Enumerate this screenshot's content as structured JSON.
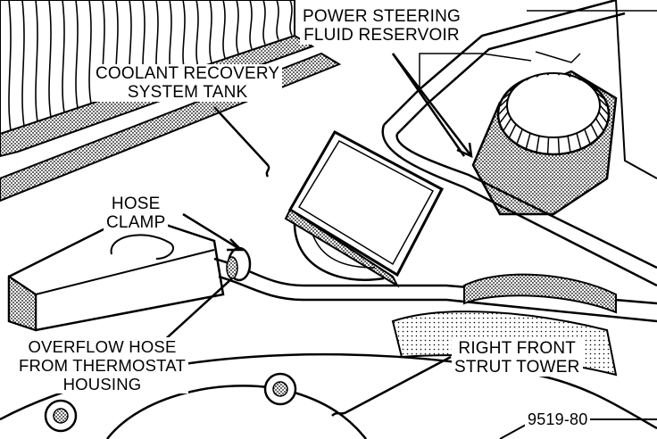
{
  "callouts": {
    "power_steering": [
      "POWER STEERING",
      "FLUID RESERVOIR"
    ],
    "coolant_tank": [
      "COOLANT RECOVERY",
      "SYSTEM TANK"
    ],
    "hose_clamp": [
      "HOSE",
      "CLAMP"
    ],
    "overflow_hose": [
      "OVERFLOW HOSE",
      "FROM THERMOSTAT",
      "HOUSING"
    ],
    "strut_tower": [
      "RIGHT FRONT",
      "STRUT TOWER"
    ]
  },
  "figure_id": "9519-80",
  "colors": {
    "ink": "#000000",
    "paper": "#ffffff",
    "shade": "#9a9a9a"
  }
}
